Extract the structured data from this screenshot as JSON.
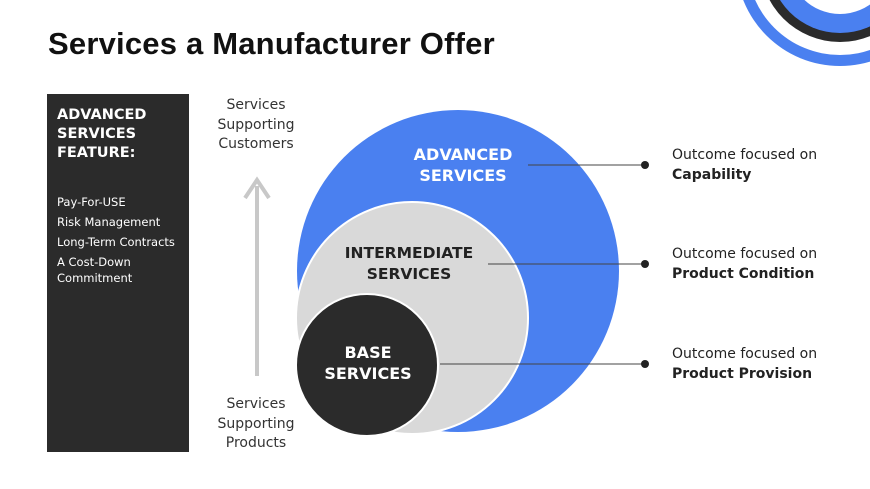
{
  "title": "Services a Manufacturer Offer",
  "feature_panel": {
    "heading_lines": [
      "ADVANCED",
      "SERVICES",
      "FEATURE:"
    ],
    "items": [
      "Pay-For-USE",
      "Risk Management",
      "Long-Term Contracts",
      "A Cost-Down",
      "Commitment"
    ]
  },
  "axis_labels": {
    "top": [
      "Services",
      "Supporting",
      "Customers"
    ],
    "bottom": [
      "Services",
      "Supporting",
      "Products"
    ]
  },
  "circles": {
    "advanced": {
      "lines": [
        "ADVANCED",
        "SERVICES"
      ],
      "color": "#4a80f0"
    },
    "intermediate": {
      "lines": [
        "INTERMEDIATE",
        "SERVICES"
      ],
      "color": "#d9d9d9"
    },
    "base": {
      "lines": [
        "BASE",
        "SERVICES"
      ],
      "color": "#2b2b2b"
    }
  },
  "outcomes": [
    {
      "line1": "Outcome focused on",
      "line2": "Capability"
    },
    {
      "line1": "Outcome focused on",
      "line2": "Product Condition"
    },
    {
      "line1": "Outcome focused on",
      "line2": "Product Provision"
    }
  ],
  "colors": {
    "accent_blue": "#4a80f0",
    "dark": "#2b2b2b",
    "light_gray": "#d9d9d9",
    "arrow_gray": "#c8c8c8"
  },
  "decor": {
    "corner": "concentric-circles-icon"
  }
}
